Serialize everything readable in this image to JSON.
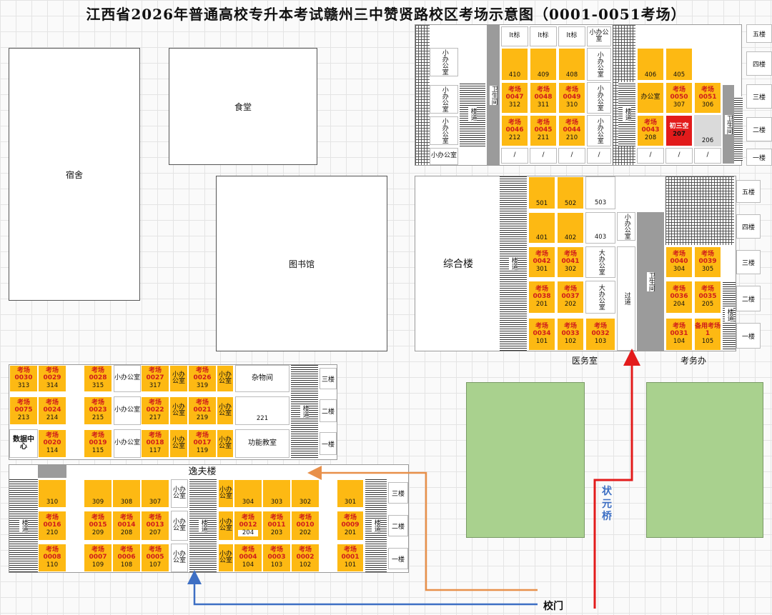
{
  "title": "江西省2026年普通高校专升本考试赣州三中赞贤路校区考场示意图（0001-0051考场）",
  "colors": {
    "exam_room": "#fdb913",
    "exam_text": "#cf1b1b",
    "special_room": "#e21b1b",
    "green_area": "#a9d18e",
    "route_red": "#e31b1b",
    "route_orange": "#e8904a",
    "route_blue": "#3d6fc4"
  },
  "exam_prefix": "考场",
  "buildings": {
    "dormitory": "宿舍",
    "canteen": "食堂",
    "library": "图书馆",
    "complex": "综合楼",
    "yifu": "逸夫楼"
  },
  "labels": {
    "clinic": "医务室",
    "exam_office": "考务办",
    "school_gate": "校门",
    "zhuangyuan_bridge": "状元桥"
  },
  "common": {
    "stairs": "楼道",
    "restroom": "卫生间",
    "small_office": "小办公室",
    "big_office": "大办公室",
    "office": "办公室",
    "passage": "过道",
    "storage": "杂物间",
    "function_room": "功能教室",
    "data_center": "数据中心",
    "slash": "/",
    "sign": "lt标"
  },
  "floors": {
    "f1": "一楼",
    "f2": "二楼",
    "f3": "三楼",
    "f4": "四楼",
    "f5": "五楼"
  },
  "north_building": {
    "sign_row": [
      "lt标",
      "lt标",
      "lt标"
    ],
    "row4_left": [
      "410",
      "409",
      "408"
    ],
    "row4_right": [
      "406",
      "405"
    ],
    "row3_left": [
      {
        "exam": "0047",
        "room": "312"
      },
      {
        "exam": "0048",
        "room": "311"
      },
      {
        "exam": "0049",
        "room": "310"
      }
    ],
    "row3_right": [
      {
        "exam": "0050",
        "room": "307"
      },
      {
        "exam": "0051",
        "room": "306"
      }
    ],
    "row2_left": [
      {
        "exam": "0046",
        "room": "212"
      },
      {
        "exam": "0045",
        "room": "211"
      },
      {
        "exam": "0044",
        "room": "210"
      }
    ],
    "row2_right_exam": {
      "exam": "0043",
      "room": "208"
    },
    "special": {
      "name": "初三空",
      "room": "207"
    },
    "room_206": "206"
  },
  "complex_building": {
    "row5": [
      "501",
      "502",
      "503"
    ],
    "row4": [
      "401",
      "402",
      "403"
    ],
    "row3": [
      {
        "exam": "0042",
        "room": "301"
      },
      {
        "exam": "0041",
        "room": "302"
      }
    ],
    "row2": [
      {
        "exam": "0038",
        "room": "201"
      },
      {
        "exam": "0037",
        "room": "202"
      }
    ],
    "row1": [
      {
        "exam": "0034",
        "room": "101"
      },
      {
        "exam": "0033",
        "room": "102"
      },
      {
        "exam": "0032",
        "room": "103"
      }
    ],
    "right3": [
      {
        "exam": "0040",
        "room": "304"
      },
      {
        "exam": "0039",
        "room": "305"
      }
    ],
    "right2": [
      {
        "exam": "0036",
        "room": "204"
      },
      {
        "exam": "0035",
        "room": "205"
      }
    ],
    "right1": [
      {
        "exam": "0031",
        "room": "104"
      },
      {
        "name": "备用考场1",
        "room": "105"
      }
    ]
  },
  "left_building": {
    "row3": [
      {
        "exam": "0030",
        "room": "313"
      },
      {
        "exam": "0029",
        "room": "314"
      },
      {
        "exam": "0028",
        "room": "315"
      },
      {
        "exam": "0027",
        "room": "317"
      },
      {
        "exam": "0026",
        "room": "319"
      }
    ],
    "row2": [
      {
        "exam": "0075",
        "room": "213"
      },
      {
        "exam": "0024",
        "room": "214"
      },
      {
        "exam": "0023",
        "room": "215"
      },
      {
        "exam": "0022",
        "room": "217"
      },
      {
        "exam": "0021",
        "room": "219"
      }
    ],
    "row1": [
      {
        "exam": "0020",
        "room": "114"
      },
      {
        "exam": "0019",
        "room": "115"
      },
      {
        "exam": "0018",
        "room": "117"
      },
      {
        "exam": "0017",
        "room": "119"
      }
    ],
    "room_221": "221"
  },
  "yifu_building": {
    "row3_left": [
      "310",
      "309",
      "308",
      "307"
    ],
    "row3_right": [
      "304",
      "303",
      "302",
      "301"
    ],
    "row2_left": [
      {
        "exam": "0016",
        "room": "210"
      },
      {
        "exam": "0015",
        "room": "209"
      },
      {
        "exam": "0014",
        "room": "208"
      },
      {
        "exam": "0013",
        "room": "207"
      }
    ],
    "row2_right": [
      {
        "exam": "0012",
        "room": "204"
      },
      {
        "exam": "0011",
        "room": "203"
      },
      {
        "exam": "0010",
        "room": "202"
      },
      {
        "exam": "0009",
        "room": "201"
      }
    ],
    "row1_left": [
      {
        "exam": "0008",
        "room": "110"
      },
      {
        "exam": "0007",
        "room": "109"
      },
      {
        "exam": "0006",
        "room": "108"
      },
      {
        "exam": "0005",
        "room": "107"
      }
    ],
    "row1_right": [
      {
        "exam": "0004",
        "room": "104"
      },
      {
        "exam": "0003",
        "room": "103"
      },
      {
        "exam": "0002",
        "room": "102"
      },
      {
        "exam": "0001",
        "room": "101"
      }
    ]
  }
}
